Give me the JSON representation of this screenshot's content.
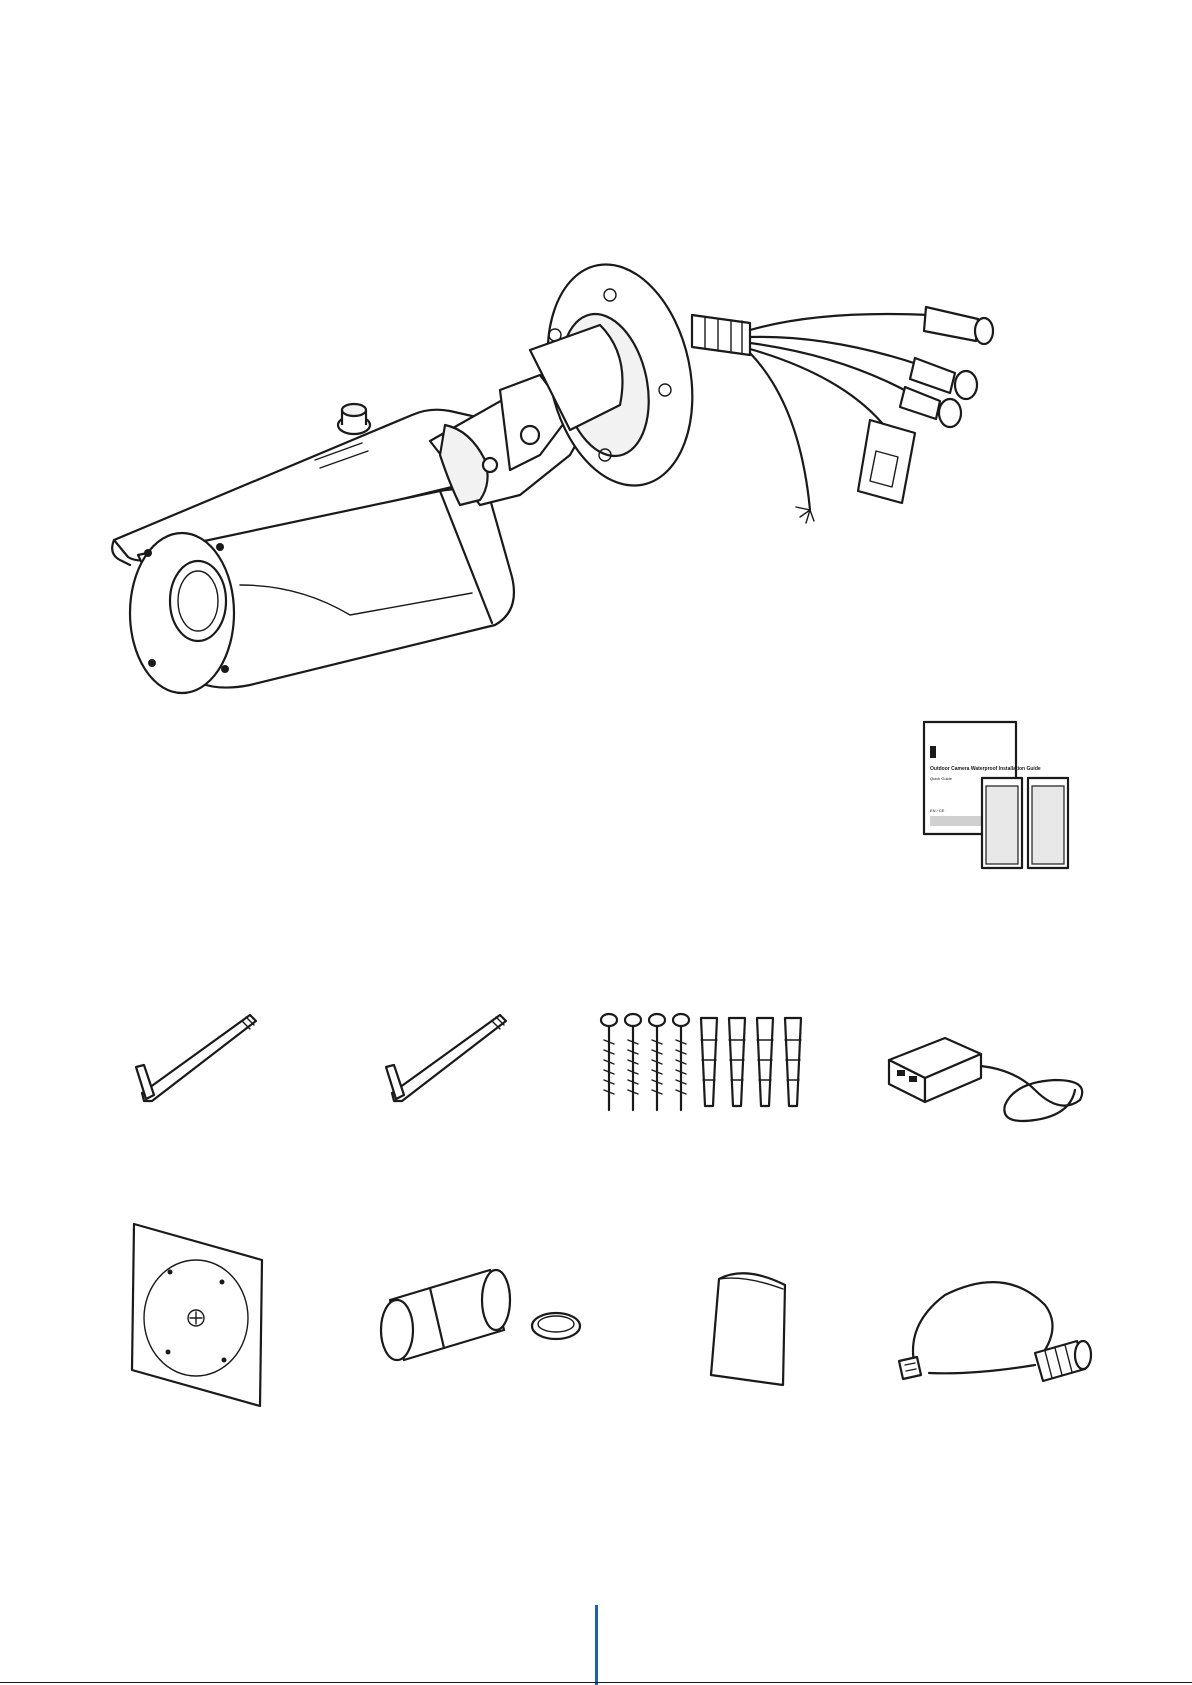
{
  "guide": {
    "cover_title": "Outdoor Camera Waterproof Installation Guide",
    "cover_subtitle": "Quick Guide",
    "cover_badge": "EN / CE"
  },
  "colors": {
    "line": "#1a1a1a",
    "page_marker": "#1f5fae"
  },
  "icons": {
    "camera": "bullet-camera-illustration",
    "documents": "documents-and-labels-illustration",
    "wrench1": "l-wrench-illustration",
    "wrench2": "l-wrench-illustration",
    "screws": "screws-and-anchors-illustration",
    "adapter": "power-adapter-illustration",
    "template": "mounting-template-illustration",
    "waterproof": "waterproof-cap-illustration",
    "booklet": "booklet-illustration",
    "cable": "video-cable-illustration"
  }
}
